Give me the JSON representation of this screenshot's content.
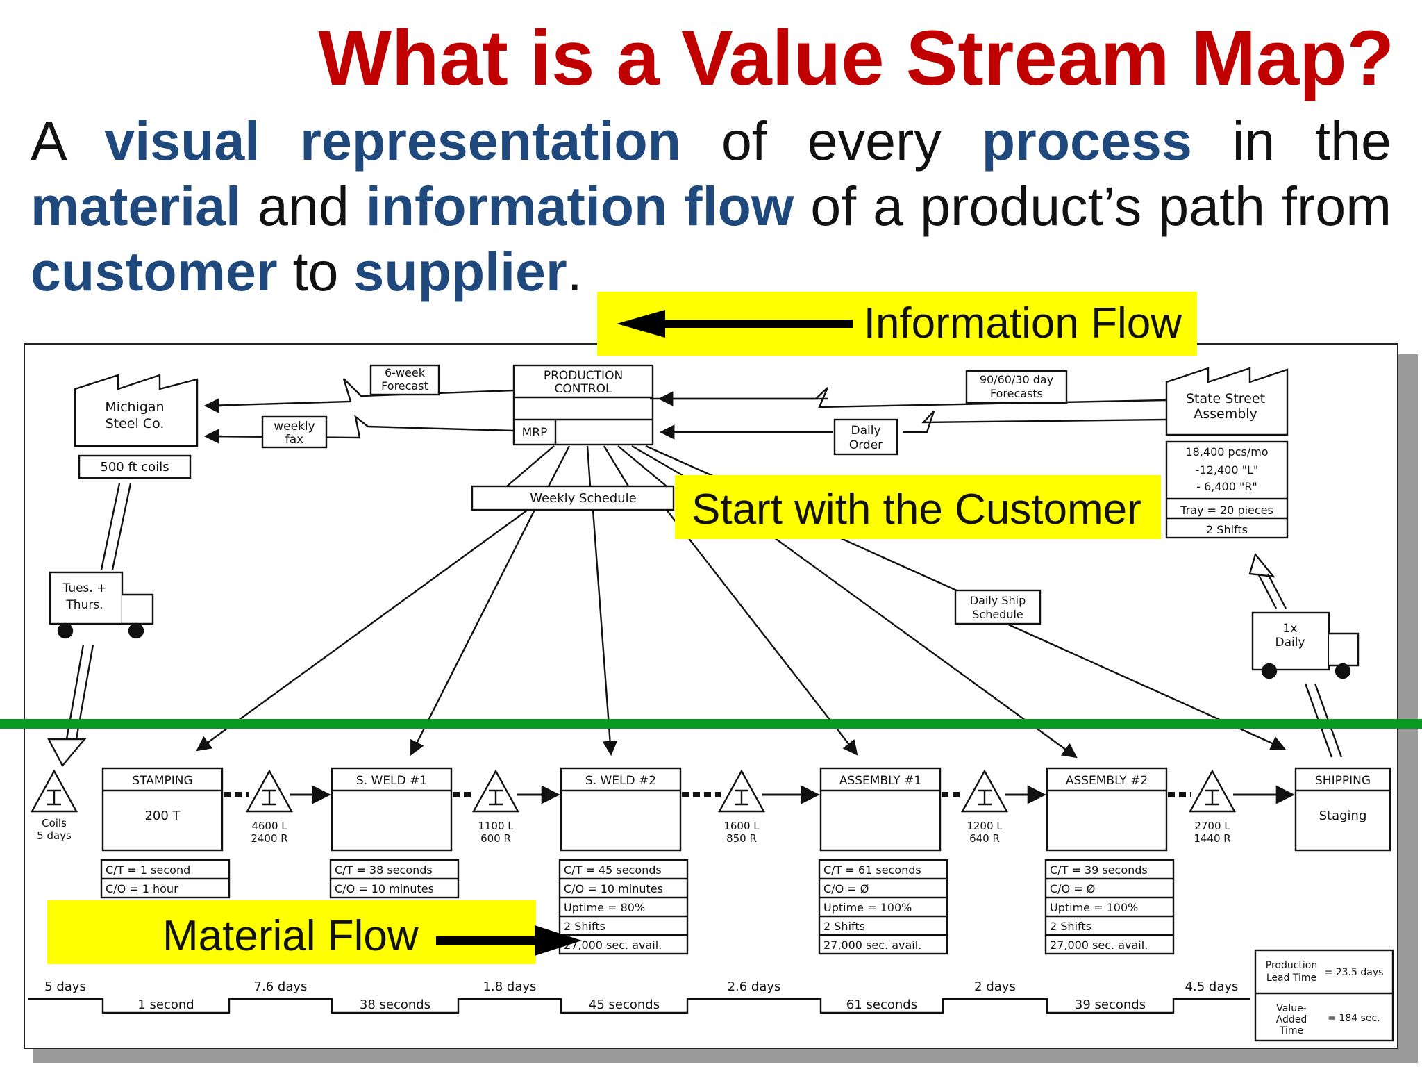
{
  "title": "What is a Value Stream Map?",
  "intro": [
    {
      "text": "A ",
      "kw": false
    },
    {
      "text": "visual representation",
      "kw": true
    },
    {
      "text": " of every ",
      "kw": false
    },
    {
      "text": "process",
      "kw": true
    },
    {
      "text": " in the ",
      "kw": false
    },
    {
      "text": "material",
      "kw": true
    },
    {
      "text": " and ",
      "kw": false
    },
    {
      "text": "information flow",
      "kw": true
    },
    {
      "text": " of a product’s path from ",
      "kw": false
    },
    {
      "text": "customer",
      "kw": true
    },
    {
      "text": " to ",
      "kw": false
    },
    {
      "text": "supplier",
      "kw": true
    },
    {
      "text": ".",
      "kw": false
    }
  ],
  "callouts": {
    "information_flow": "Information Flow",
    "start_with_customer": "Start with the Customer",
    "material_flow": "Material Flow"
  },
  "colors": {
    "title": "#c00000",
    "keyword": "#1f497d",
    "highlight": "#ffff00",
    "divider": "#0a9a22"
  },
  "vsm": {
    "supplier": {
      "name_line1": "Michigan",
      "name_line2": "Steel Co.",
      "spec": "500 ft coils"
    },
    "customer": {
      "name_line1": "State Street",
      "name_line2": "Assembly",
      "data": [
        "18,400 pcs/mo",
        "-12,400 \"L\"",
        "- 6,400 \"R\"",
        "Tray = 20 pieces",
        "2 Shifts"
      ]
    },
    "production_control": {
      "line1": "PRODUCTION",
      "line2": "CONTROL",
      "mrp": "MRP"
    },
    "info_labels": {
      "forecast6_line1": "6-week",
      "forecast6_line2": "Forecast",
      "weekly_fax_line1": "weekly",
      "weekly_fax_line2": "fax",
      "forecasts_line1": "90/60/30 day",
      "forecasts_line2": "Forecasts",
      "daily_order_line1": "Daily",
      "daily_order_line2": "Order",
      "weekly_schedule": "Weekly Schedule",
      "daily_ship_line1": "Daily Ship",
      "daily_ship_line2": "Schedule"
    },
    "supplier_truck": {
      "line1": "Tues. +",
      "line2": "Thurs."
    },
    "customer_truck": {
      "line1": "1x",
      "line2": "Daily"
    },
    "raw_inventory": {
      "line1": "Coils",
      "line2": "5 days"
    },
    "processes": [
      {
        "name": "STAMPING",
        "inner": "200 T",
        "data": [
          "C/T = 1 second",
          "C/O = 1 hour"
        ]
      },
      {
        "name": "S. WELD #1",
        "inner": "",
        "data": [
          "C/T = 38 seconds",
          "C/O = 10 minutes"
        ]
      },
      {
        "name": "S. WELD #2",
        "inner": "",
        "data": [
          "C/T = 45 seconds",
          "C/O = 10 minutes",
          "Uptime = 80%",
          "2 Shifts",
          "27,000 sec. avail."
        ]
      },
      {
        "name": "ASSEMBLY #1",
        "inner": "",
        "data": [
          "C/T = 61 seconds",
          "C/O = Ø",
          "Uptime = 100%",
          "2 Shifts",
          "27,000 sec. avail."
        ]
      },
      {
        "name": "ASSEMBLY #2",
        "inner": "",
        "data": [
          "C/T = 39 seconds",
          "C/O = Ø",
          "Uptime = 100%",
          "2 Shifts",
          "27,000 sec. avail."
        ]
      },
      {
        "name": "SHIPPING",
        "inner": "Staging",
        "data": []
      }
    ],
    "inventories": [
      {
        "line1": "4600 L",
        "line2": "2400 R"
      },
      {
        "line1": "1100 L",
        "line2": "600 R"
      },
      {
        "line1": "1600 L",
        "line2": "850 R"
      },
      {
        "line1": "1200 L",
        "line2": "640 R"
      },
      {
        "line1": "2700 L",
        "line2": "1440 R"
      }
    ],
    "timeline": {
      "wait_days": [
        "5 days",
        "7.6 days",
        "1.8 days",
        "2.6 days",
        "2 days",
        "4.5 days"
      ],
      "process_times": [
        "1 second",
        "38 seconds",
        "45 seconds",
        "61 seconds",
        "39 seconds"
      ],
      "lead_time_label_line1": "Production",
      "lead_time_label_line2": "Lead Time",
      "lead_time_value": "= 23.5 days",
      "va_label_line1": "Value-",
      "va_label_line2": "Added",
      "va_label_line3": "Time",
      "va_value": "= 184 sec."
    }
  }
}
